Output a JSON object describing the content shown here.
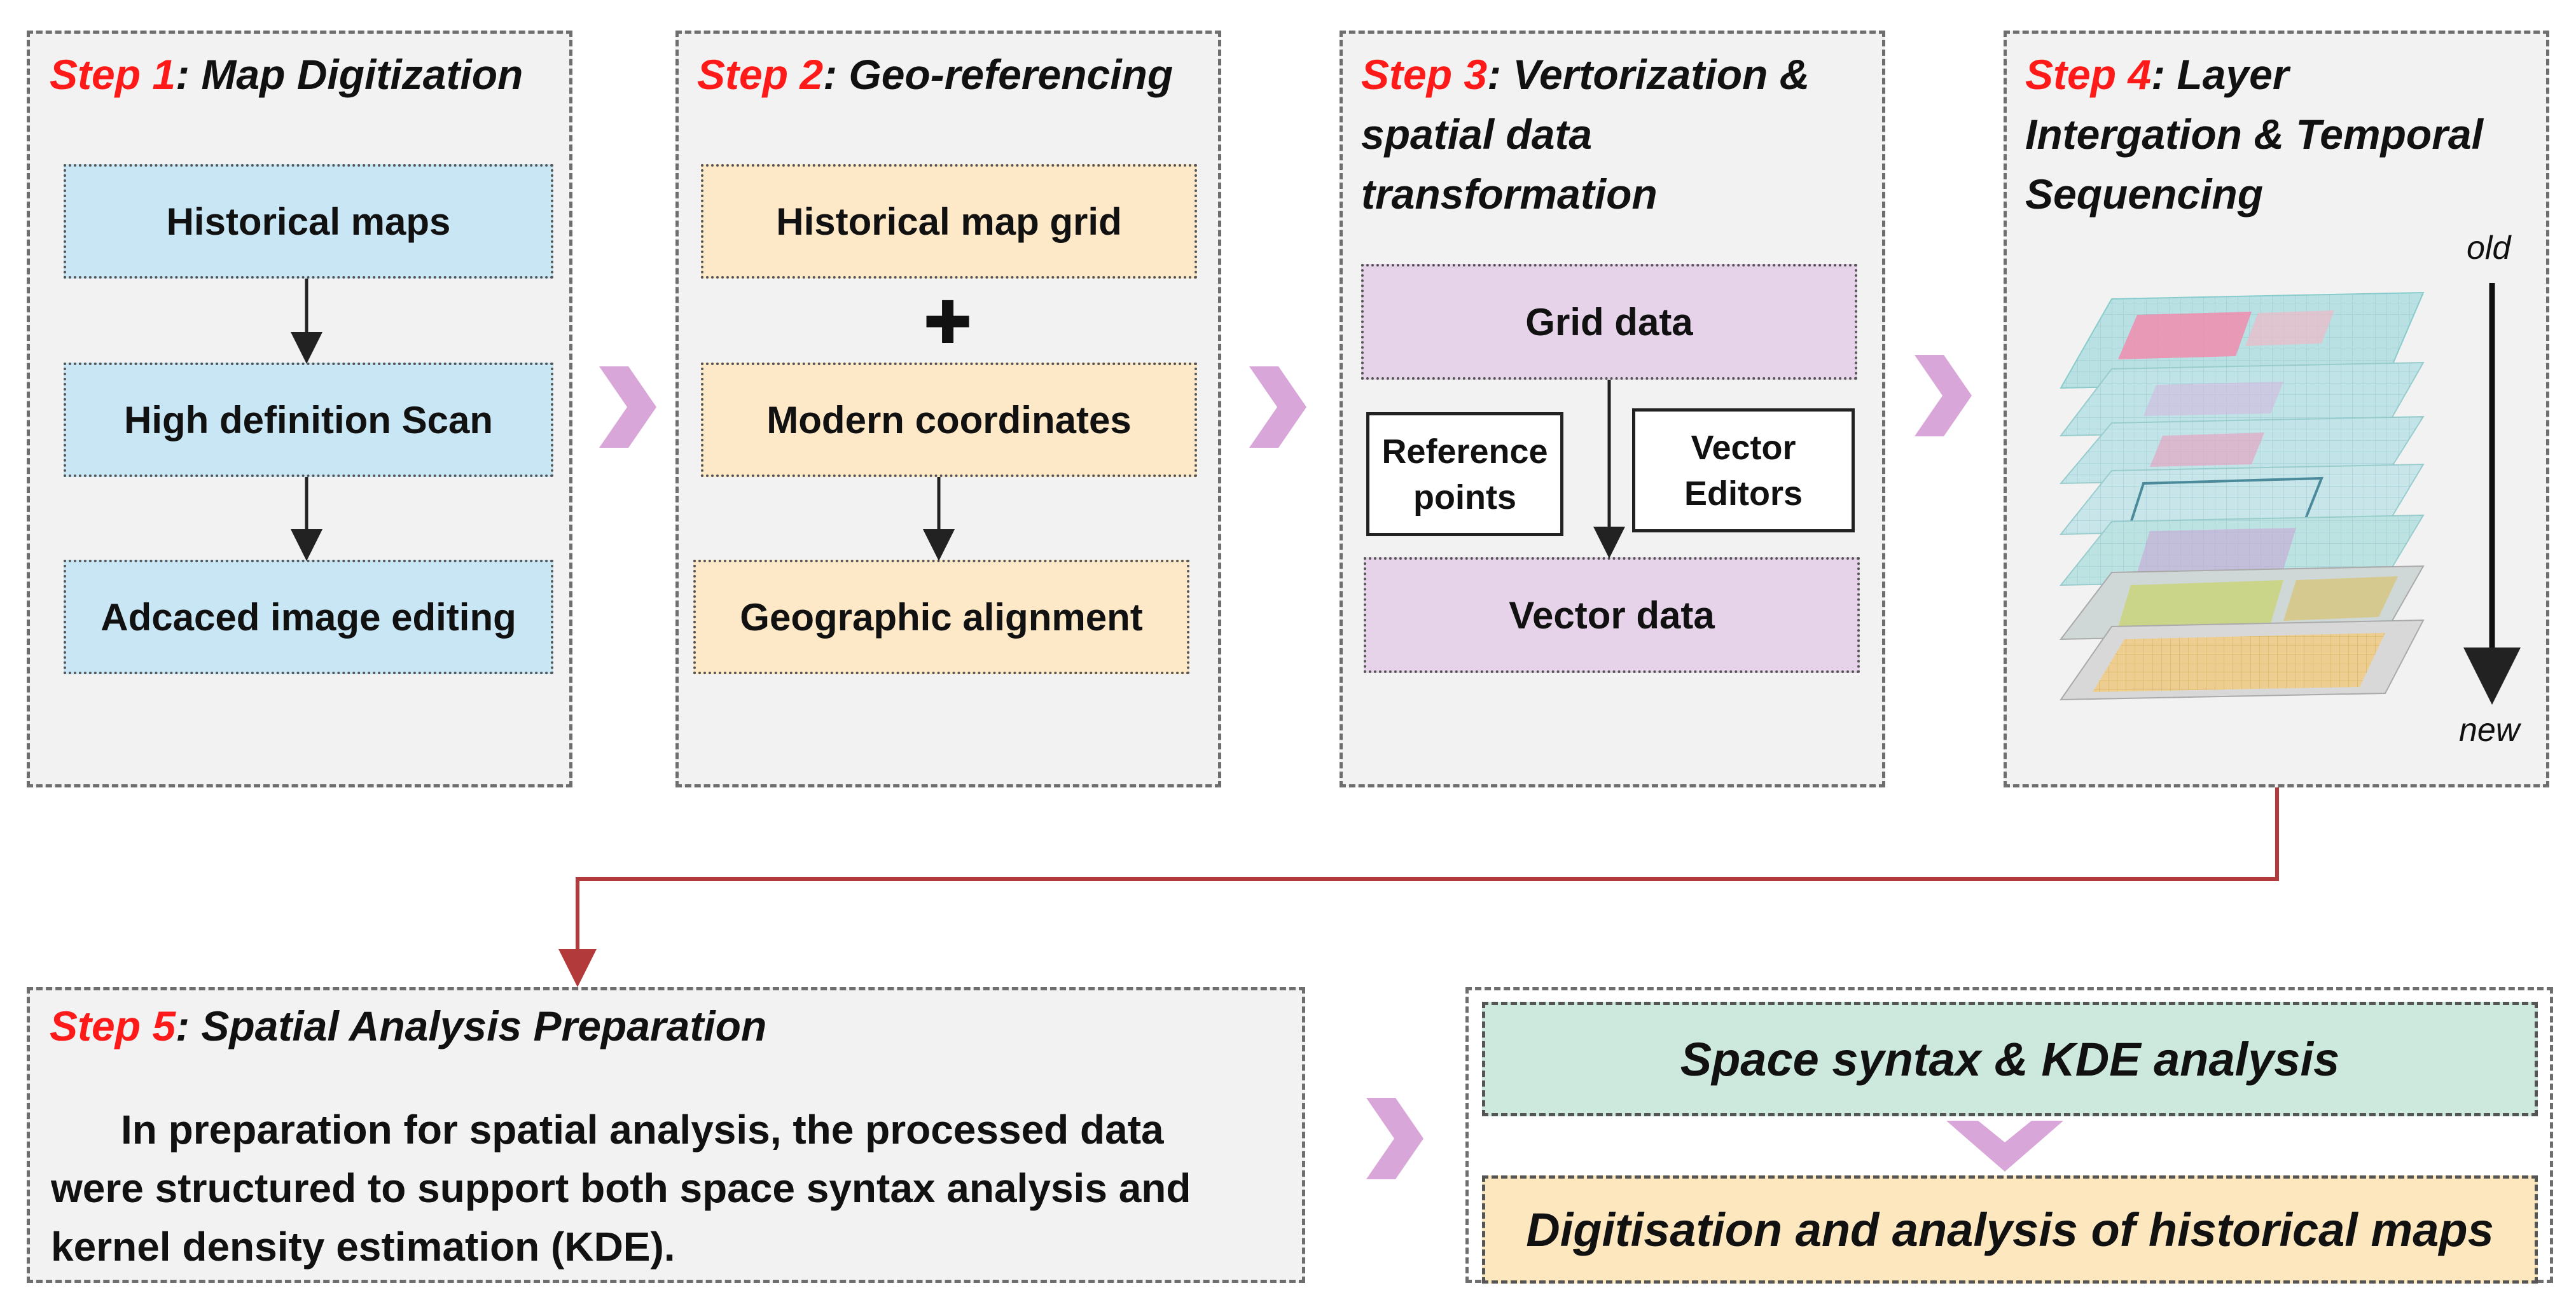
{
  "steps": [
    {
      "step_word": "Step 1",
      "title_rest": ": Map Digitization",
      "boxes": [
        "Historical maps",
        "High definition Scan",
        "Adcaced image editing"
      ]
    },
    {
      "step_word": "Step 2",
      "title_rest": ": Geo-referencing",
      "boxes": [
        "Historical map grid",
        "Modern coordinates",
        "Geographic alignment"
      ],
      "plus": "✚"
    },
    {
      "step_word": "Step 3",
      "title_rest_line1": ": Vertorization &",
      "title_line2": "spatial data",
      "title_line3": "transformation",
      "boxes": [
        "Grid data",
        "Vector data"
      ],
      "side_boxes": [
        "Reference points",
        "Vector Editors"
      ]
    },
    {
      "step_word": "Step 4",
      "title_rest_line1": ": Layer",
      "title_line2": "Intergation & Temporal",
      "title_line3": "Sequencing",
      "old_label": "old",
      "new_label": "new"
    },
    {
      "step_word": "Step 5",
      "title_rest": ": Spatial Analysis Preparation",
      "body_lines": [
        "In preparation for spatial analysis, the processed data",
        "were structured to support both space syntax analysis and",
        "kernel density estimation (KDE)."
      ]
    }
  ],
  "results": [
    "Space syntax & KDE analysis",
    "Digitisation and analysis of historical maps"
  ],
  "colors": {
    "step_red": "#ff1a1a",
    "blue_box": "#c8e6f4",
    "peach_box": "#fde9c7",
    "lilac_box": "#e6d3e9",
    "chevron": "#d8a6d8",
    "connector": "#b23a3a",
    "green_box": "#cde8dc",
    "orange_box": "#fde7bf"
  }
}
